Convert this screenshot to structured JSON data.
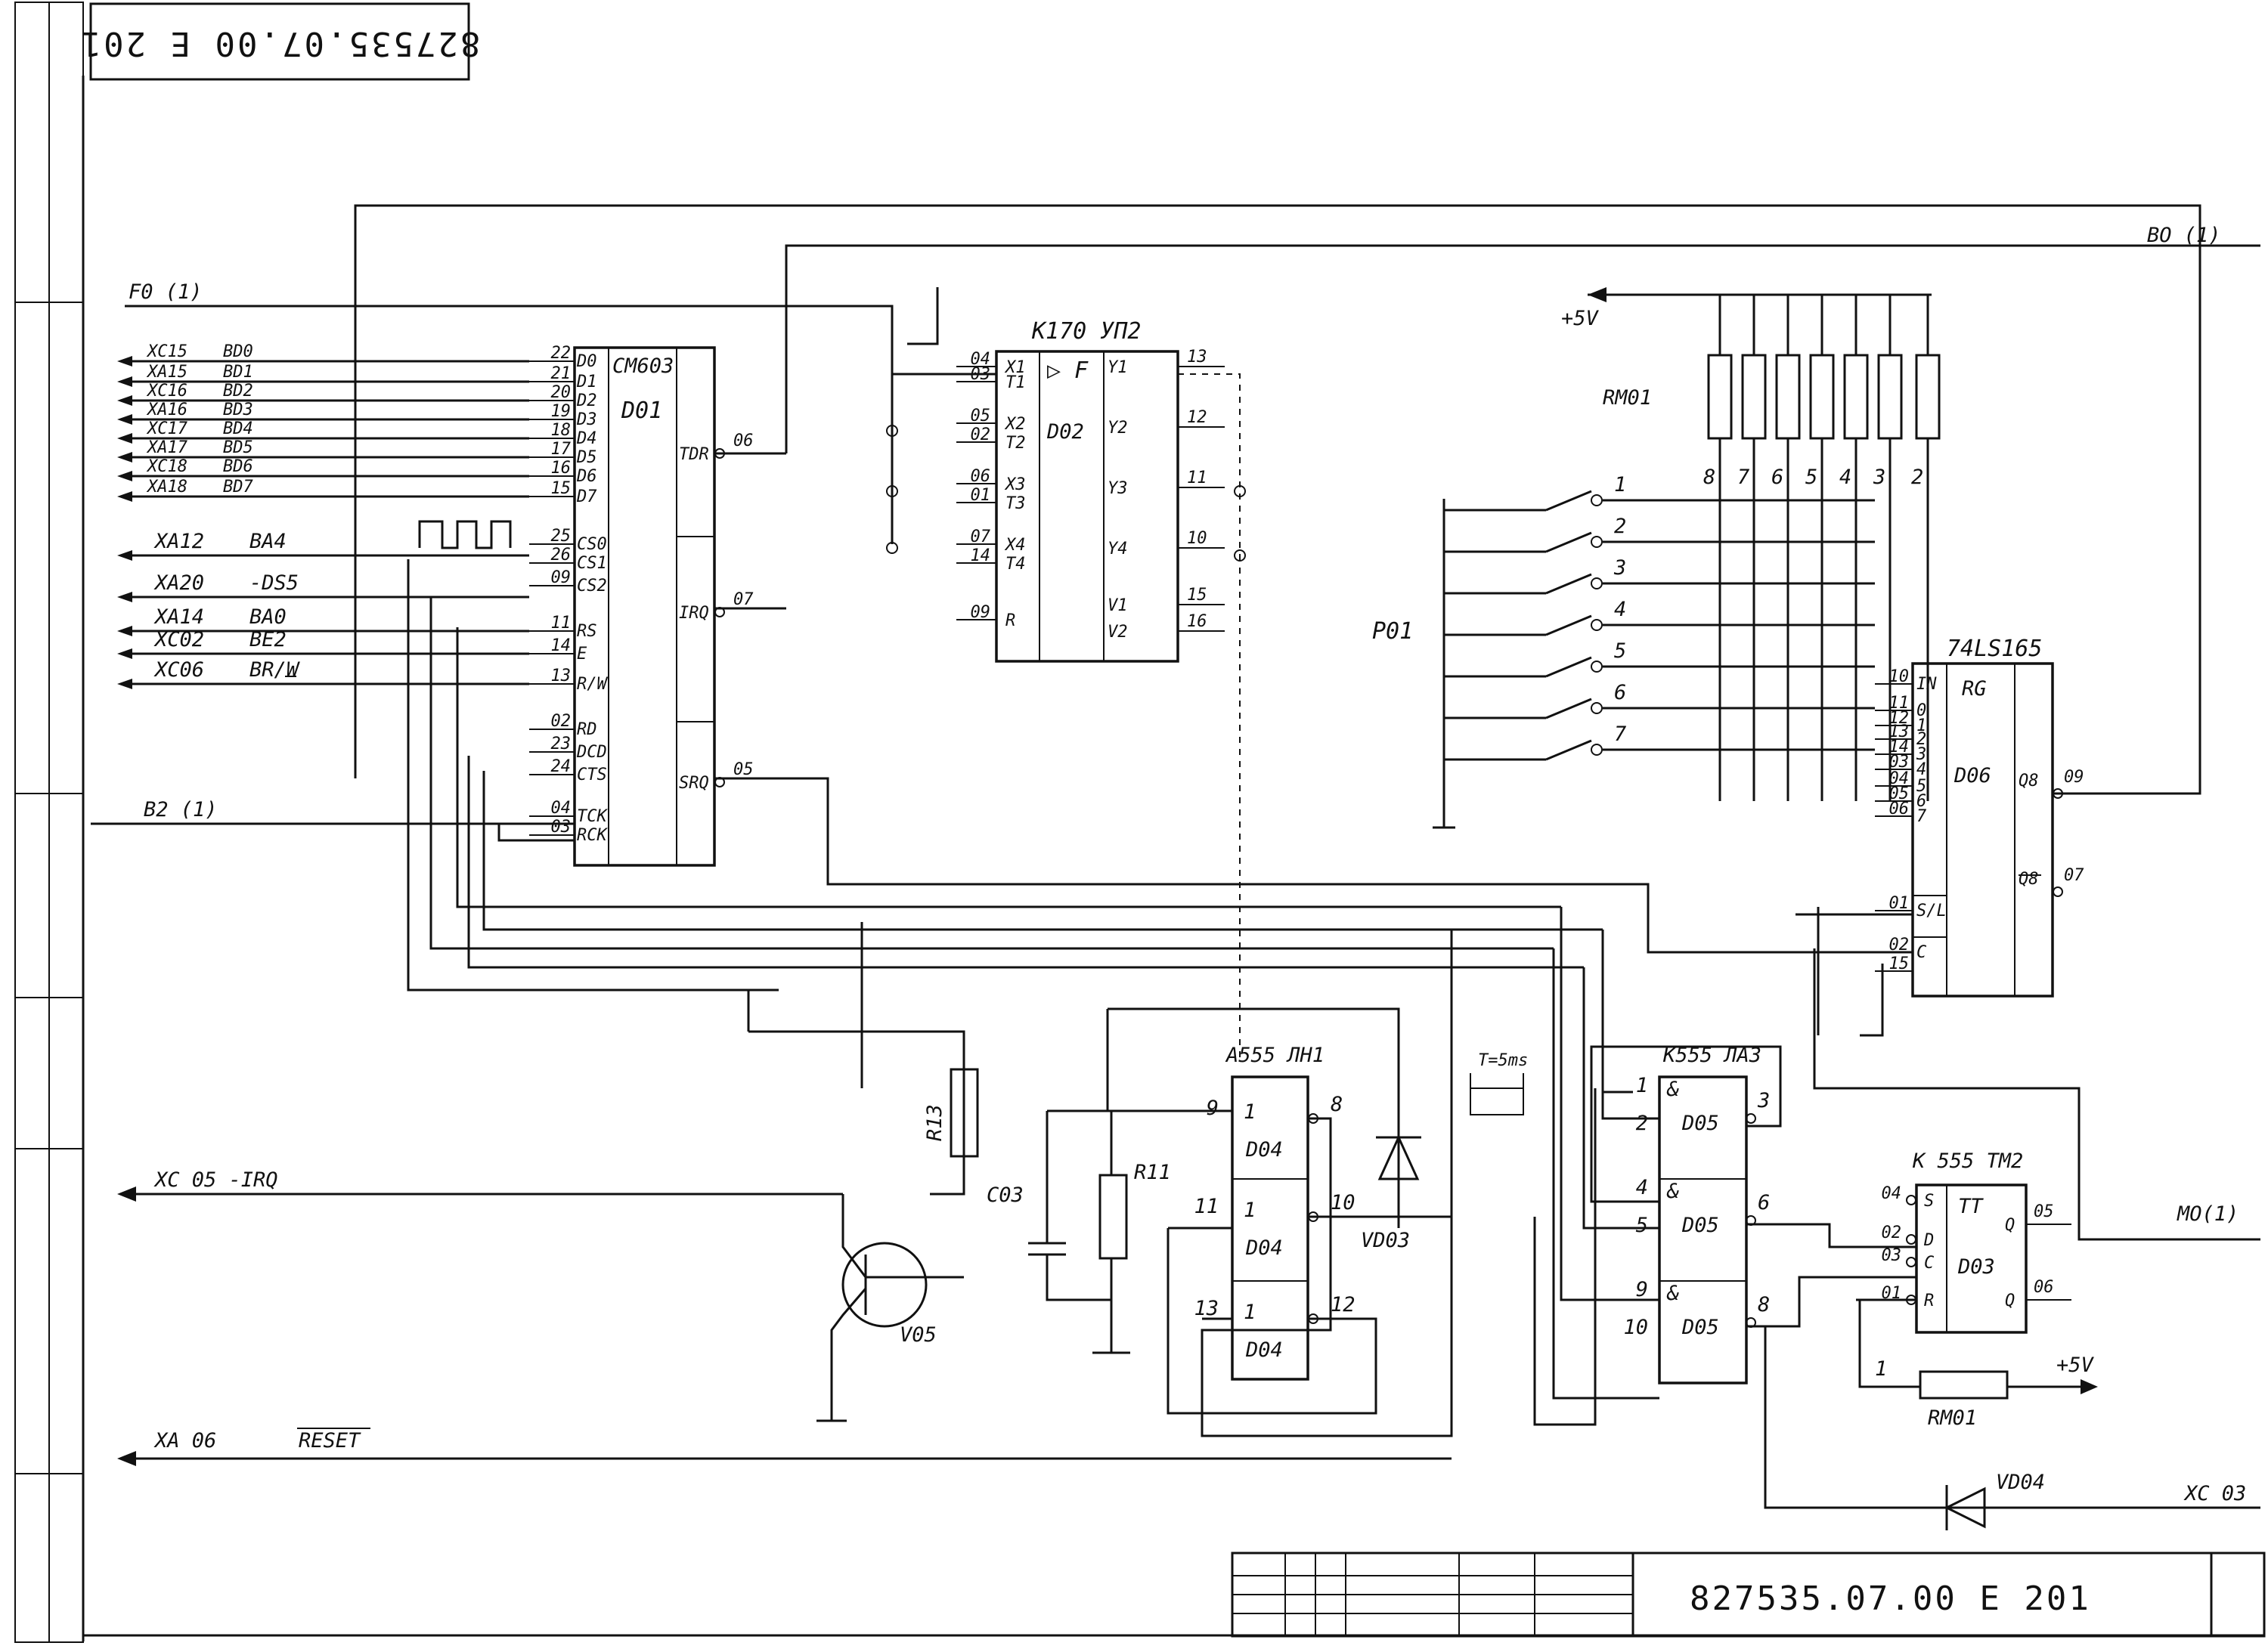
{
  "doc_number": "827535.07.00 E 201",
  "chips": {
    "d01": {
      "type": "CM603",
      "ref": "D01",
      "left_pins": [
        {
          "num": "22",
          "name": "D0"
        },
        {
          "num": "21",
          "name": "D1"
        },
        {
          "num": "20",
          "name": "D2"
        },
        {
          "num": "19",
          "name": "D3"
        },
        {
          "num": "18",
          "name": "D4"
        },
        {
          "num": "17",
          "name": "D5"
        },
        {
          "num": "16",
          "name": "D6"
        },
        {
          "num": "15",
          "name": "D7"
        },
        {
          "num": "25",
          "name": "CS0"
        },
        {
          "num": "26",
          "name": "CS1"
        },
        {
          "num": "09",
          "name": "CS2"
        },
        {
          "num": "11",
          "name": "RS"
        },
        {
          "num": "14",
          "name": "E"
        },
        {
          "num": "13",
          "name": "R/W"
        },
        {
          "num": "02",
          "name": "RD"
        },
        {
          "num": "23",
          "name": "DCD"
        },
        {
          "num": "24",
          "name": "CTS"
        },
        {
          "num": "04",
          "name": "TCK"
        },
        {
          "num": "03",
          "name": "RCK"
        }
      ],
      "right_pins": [
        {
          "num": "06",
          "name": "TDR"
        },
        {
          "num": "07",
          "name": "IRQ"
        },
        {
          "num": "05",
          "name": "SRQ"
        }
      ]
    },
    "d02": {
      "type": "K170 УП2",
      "ref": "D02",
      "symbol": "▷ F",
      "left_pins": [
        {
          "num": "04",
          "name": "X1"
        },
        {
          "num": "03",
          "name": "T1"
        },
        {
          "num": "05",
          "name": "X2"
        },
        {
          "num": "02",
          "name": "T2"
        },
        {
          "num": "06",
          "name": "X3"
        },
        {
          "num": "01",
          "name": "T3"
        },
        {
          "num": "07",
          "name": "X4"
        },
        {
          "num": "14",
          "name": "T4"
        },
        {
          "num": "09",
          "name": "R"
        }
      ],
      "right_pins": [
        {
          "num": "13",
          "name": "Y1"
        },
        {
          "num": "12",
          "name": "Y2"
        },
        {
          "num": "11",
          "name": "Y3"
        },
        {
          "num": "10",
          "name": "Y4"
        },
        {
          "num": "15",
          "name": "V1"
        },
        {
          "num": "16",
          "name": "V2"
        }
      ]
    },
    "d06": {
      "type": "74LS165",
      "ref": "D06",
      "func": "RG",
      "left_pins": [
        {
          "num": "10",
          "name": "IN"
        },
        {
          "num": "11",
          "name": "0"
        },
        {
          "num": "12",
          "name": "1"
        },
        {
          "num": "13",
          "name": "2"
        },
        {
          "num": "14",
          "name": "3"
        },
        {
          "num": "03",
          "name": "4"
        },
        {
          "num": "04",
          "name": "5"
        },
        {
          "num": "05",
          "name": "6"
        },
        {
          "num": "06",
          "name": "7"
        },
        {
          "num": "01",
          "name": "S/L"
        },
        {
          "num": "02",
          "name": "C"
        },
        {
          "num": "15",
          "name": ""
        }
      ],
      "right_pins": [
        {
          "num": "09",
          "name": "Q8"
        },
        {
          "num": "07",
          "name": "Q8"
        }
      ]
    },
    "d04": {
      "type": "A555 ЛН1",
      "ref": "D04",
      "gates": [
        {
          "in": "9",
          "out": "8"
        },
        {
          "in": "11",
          "out": "10"
        },
        {
          "in": "13",
          "out": "12"
        }
      ]
    },
    "d05": {
      "type": "K555 ЛА3",
      "ref": "D05",
      "gates": [
        {
          "in1": "1",
          "in2": "2",
          "out": "3"
        },
        {
          "in1": "4",
          "in2": "5",
          "out": "6"
        },
        {
          "in1": "9",
          "in2": "10",
          "out": "8"
        }
      ]
    },
    "d03": {
      "type": "K 555 TM2",
      "ref": "D03",
      "func": "TT",
      "left_pins": [
        {
          "num": "04",
          "name": "S"
        },
        {
          "num": "02",
          "name": "D"
        },
        {
          "num": "03",
          "name": "C"
        },
        {
          "num": "01",
          "name": "R"
        }
      ],
      "right_pins": [
        {
          "num": "05",
          "name": "Q"
        },
        {
          "num": "06",
          "name": "Q"
        }
      ]
    }
  },
  "bus_signals": [
    {
      "conn": "XC15",
      "sig": "BD0"
    },
    {
      "conn": "XA15",
      "sig": "BD1"
    },
    {
      "conn": "XC16",
      "sig": "BD2"
    },
    {
      "conn": "XA16",
      "sig": "BD3"
    },
    {
      "conn": "XC17",
      "sig": "BD4"
    },
    {
      "conn": "XA17",
      "sig": "BD5"
    },
    {
      "conn": "XC18",
      "sig": "BD6"
    },
    {
      "conn": "XA18",
      "sig": "BD7"
    }
  ],
  "ctrl_signals": [
    {
      "conn": "XA12",
      "sig": "BA4"
    },
    {
      "conn": "XA20",
      "sig": "-DS5"
    },
    {
      "conn": "XA14",
      "sig": "BA0"
    },
    {
      "conn": "XC02",
      "sig": "BE2"
    },
    {
      "conn": "XC06",
      "sig": "BR/W"
    }
  ],
  "signals": {
    "f0": "F0 (1)",
    "b2": "B2 (1)",
    "bo": "BO (1)",
    "mo": "MO(1)",
    "irq": "XC 05   -IRQ",
    "reset_conn": "XA 06",
    "reset": "RESET",
    "xc03": "XC 03",
    "vcc_top": "+5V",
    "vcc_bottom": "+5V",
    "timer": "T=5ms"
  },
  "components": {
    "rm01": "RM01",
    "rm01_pins": [
      "8",
      "7",
      "6",
      "5",
      "4",
      "3",
      "2"
    ],
    "p01": "P01",
    "p01_pins": [
      "1",
      "2",
      "3",
      "4",
      "5",
      "6",
      "7"
    ],
    "r13": "R13",
    "r11": "R11",
    "c03": "C03",
    "vd03": "VD03",
    "vd04": "VD04",
    "v05": "V05",
    "rm01b": "RM01",
    "rm01b_pin": "1"
  },
  "title_block": {
    "number": "827535.07.00 E 201"
  }
}
